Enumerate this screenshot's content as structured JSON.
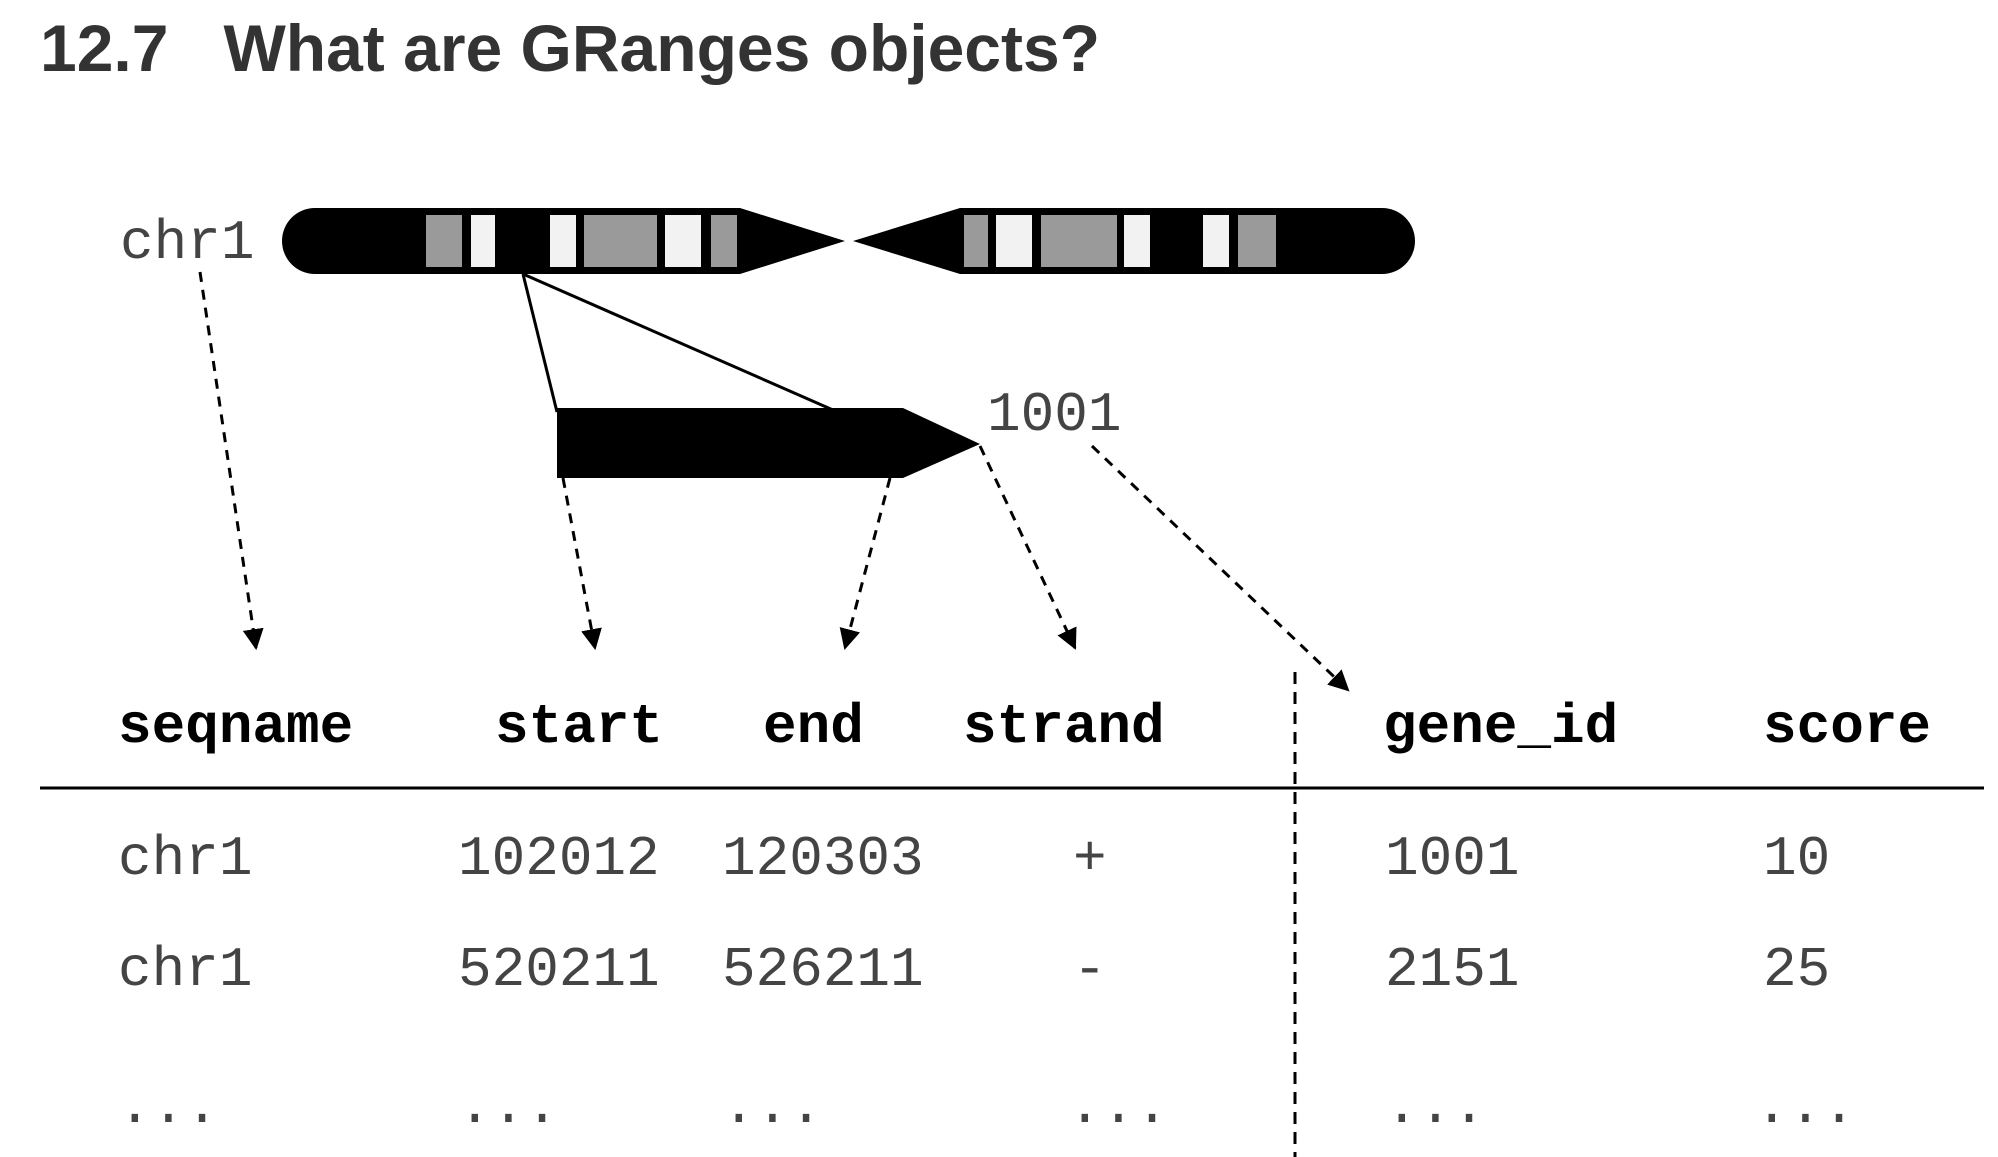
{
  "section": {
    "number": "12.7",
    "title": "What are GRanges objects?"
  },
  "diagram": {
    "chromosome_label": "chr1",
    "gene_label": "1001",
    "colors": {
      "chromosome_fill": "#000000",
      "band_gray": "#9a9a9a",
      "band_light": "#f2f2f2",
      "text": "#444444"
    }
  },
  "table": {
    "left_columns": [
      "seqname",
      "start",
      "end",
      "strand"
    ],
    "right_columns": [
      "gene_id",
      "score"
    ],
    "rows": [
      {
        "seqname": "chr1",
        "start": "102012",
        "end": "120303",
        "strand": "+",
        "gene_id": "1001",
        "score": "10"
      },
      {
        "seqname": "chr1",
        "start": "520211",
        "end": "526211",
        "strand": "-",
        "gene_id": "2151",
        "score": "25"
      },
      {
        "seqname": "...",
        "start": "...",
        "end": "...",
        "strand": "...",
        "gene_id": "...",
        "score": "..."
      }
    ]
  }
}
